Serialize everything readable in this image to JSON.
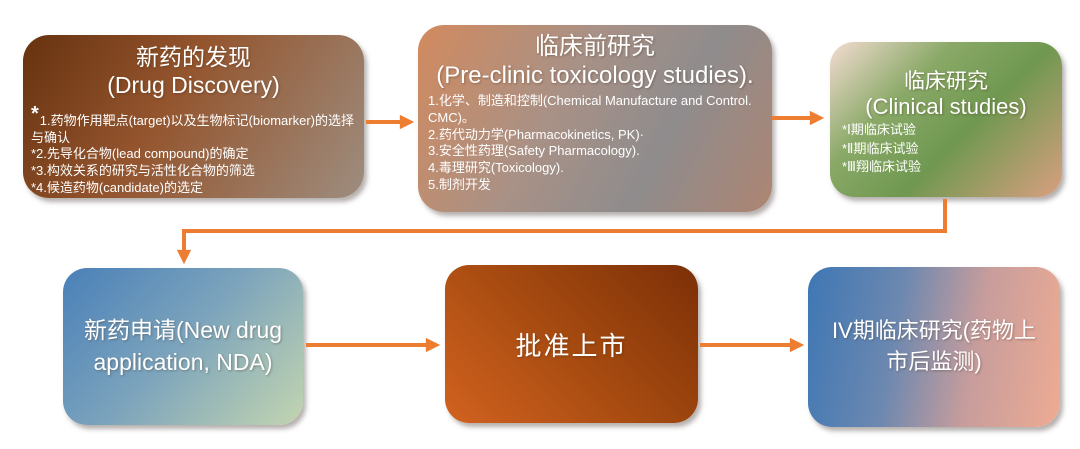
{
  "colors": {
    "arrow": "#ED7D31",
    "background": "#FFFFFF",
    "text": "#FFFFFF",
    "discovery_gradient": [
      "#67320F",
      "#94552E",
      "#9E8D7F"
    ],
    "preclinic_gradient": [
      "#D28A5E",
      "#8F8C8D",
      "#AD8572"
    ],
    "clinical_gradient": [
      "#F4DCD2",
      "#6F9850",
      "#D99F80"
    ],
    "nda_gradient": [
      "#4A80B8",
      "#C3D5B0"
    ],
    "approval_gradient": [
      "#7C2F07",
      "#D2621F"
    ],
    "phase4_gradient": [
      "#3E77B4",
      "#EEAB93"
    ]
  },
  "boxes": {
    "discovery": {
      "title_zh": "新药的发现",
      "title_en": "(Drug Discovery)",
      "star": "*",
      "items": [
        "1.药物作用靶点(target)以及生物标记(biomarker)的选择与确认",
        "*2.先导化合物(lead compound)的确定",
        "*3.构效关系的研究与活性化合物的筛选",
        "*4.候造药物(candidate)的选定"
      ]
    },
    "preclinic": {
      "title_zh": "临床前研究",
      "title_en": "(Pre-clinic toxicology studies).",
      "items": [
        "1.化学、制造和控制(Chemical Manufacture and Control. CMC)。",
        "2.药代动力学(Pharmacokinetics, PK)·",
        "3.安全性药理(Safety Pharmacology).",
        "4.毒理研究(Toxicology).",
        "5.制剂开发"
      ]
    },
    "clinical": {
      "title_zh": "临床研究",
      "title_en": "(Clinical studies)",
      "items": [
        "*Ⅰ期临床试验",
        "*Ⅱ期临床试验",
        "*Ⅲ翔临床试验"
      ]
    },
    "nda": {
      "label": "新药申请(New drug application, NDA)"
    },
    "approval": {
      "label": "批准上市"
    },
    "phase4": {
      "label": "IV期临床研究(药物上市后监测)"
    }
  }
}
